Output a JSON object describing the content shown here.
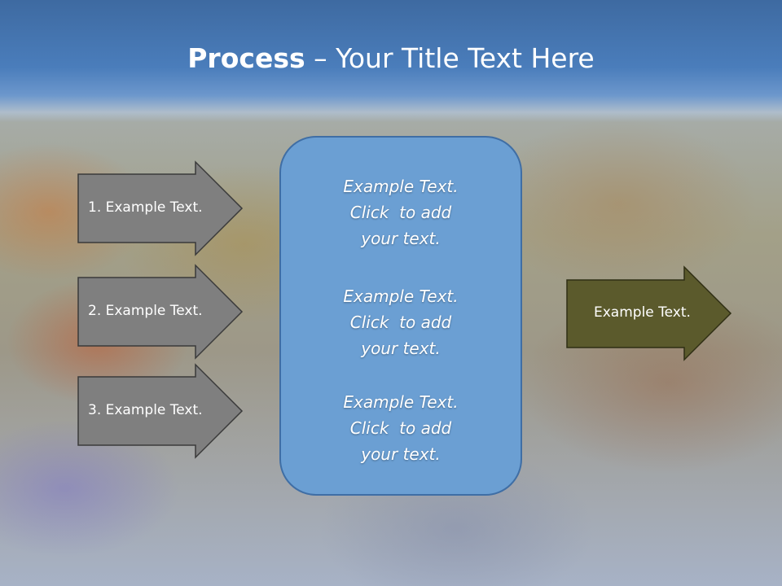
{
  "title": {
    "bold": "Process",
    "rest": " – Your Title Text Here"
  },
  "left_arrows": [
    {
      "label": "1. Example Text."
    },
    {
      "label": "2. Example Text."
    },
    {
      "label": "3. Example Text."
    }
  ],
  "center_box": {
    "blocks": [
      {
        "lines": [
          "Example Text.",
          "Click  to add",
          "your text."
        ]
      },
      {
        "lines": [
          "Example Text.",
          "Click  to add",
          "your text."
        ]
      },
      {
        "lines": [
          "Example Text.",
          "Click  to add",
          "your text."
        ]
      }
    ]
  },
  "right_arrow": {
    "label": "Example Text."
  },
  "colors": {
    "header_blue": "#4a7dbb",
    "left_arrow_fill": "#7f7f7f",
    "center_box_fill": "#6b9fd3",
    "center_box_border": "#3f6ea5",
    "right_arrow_fill": "#5b5a2c"
  }
}
